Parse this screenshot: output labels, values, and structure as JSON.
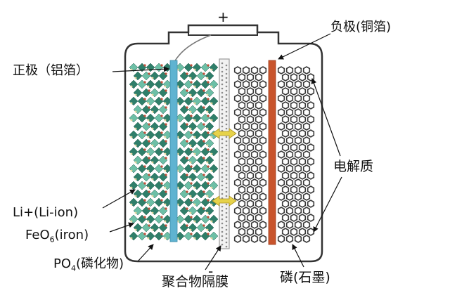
{
  "terminals": {
    "positive": "+",
    "negative": "-"
  },
  "labels": {
    "positive_electrode": "正极（铝箔）",
    "negative_electrode": "负极(铜箔)",
    "electrolyte": "电解质",
    "lithium_ion": "Li+(Li-ion)",
    "iron_oxide_prefix": "FeO",
    "iron_oxide_sub": "6",
    "iron_oxide_suffix": "(iron)",
    "phosphate_prefix": "PO",
    "phosphate_sub": "4",
    "phosphate_suffix": "(磷化物)",
    "separator": "聚合物隔膜",
    "graphite": "磷(石墨)"
  },
  "colors": {
    "casing": "#333333",
    "aluminum_foil": "#5fb3d1",
    "copper_foil": "#c8542c",
    "cathode_crystal": "#2f7f6a",
    "cathode_crystal_light": "#6cbfa6",
    "graphite_hex": "#3a3a3a",
    "separator": "#9a9a9a",
    "ion_arrow": "#e6d24a"
  }
}
